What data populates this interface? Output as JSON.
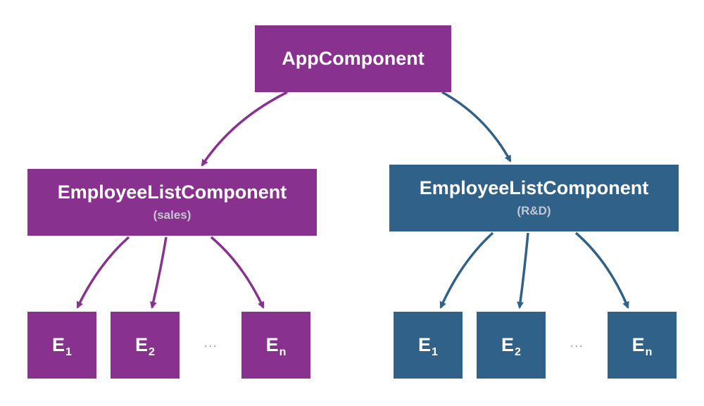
{
  "colors": {
    "purple": "#88318f",
    "blue": "#306188",
    "sub_text": "#c6c6d2",
    "dots": "#7a7a7a"
  },
  "root": {
    "title": "AppComponent"
  },
  "left_list": {
    "title": "EmployeeListComponent",
    "subtitle": "(sales)",
    "employees": [
      {
        "letter": "E",
        "sub": "1"
      },
      {
        "letter": "E",
        "sub": "2"
      },
      {
        "letter": "E",
        "sub": "n"
      }
    ],
    "ellipsis": "..."
  },
  "right_list": {
    "title": "EmployeeListComponent",
    "subtitle": "(R&D)",
    "employees": [
      {
        "letter": "E",
        "sub": "1"
      },
      {
        "letter": "E",
        "sub": "2"
      },
      {
        "letter": "E",
        "sub": "n"
      }
    ],
    "ellipsis": "..."
  }
}
